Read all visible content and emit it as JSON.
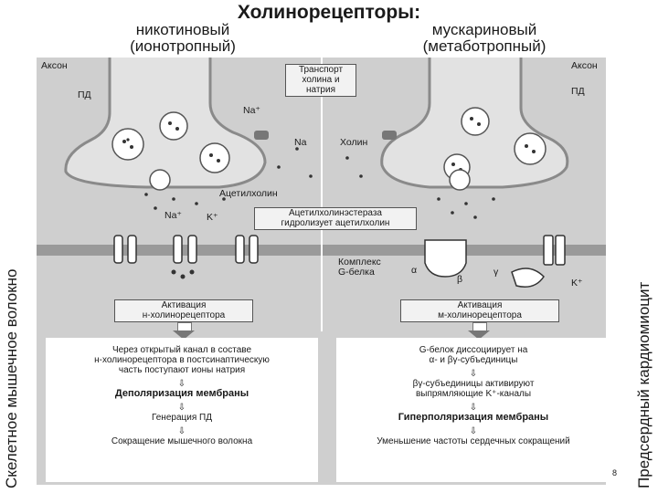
{
  "title": "Холинорецепторы:",
  "subtitle_left": "никотиновый\n(ионотропный)",
  "subtitle_right": "мускариновый\n(метаботропный)",
  "side_left": "Скелетное мышечное волокно",
  "side_right": "Предсердный кардиомиоцит",
  "labels": {
    "axon_left": "Аксон",
    "ap_left": "ПД",
    "axon_right": "Аксон",
    "ap_right": "ПД",
    "na_top": "Na⁺",
    "na_mid": "Na",
    "choline": "Холин",
    "acetylcholine": "Ацетилхолин",
    "na_low": "Na⁺",
    "k_low": "K⁺",
    "g_complex": "Комплекс\nG-белка",
    "alpha": "α",
    "beta": "β",
    "gamma": "γ",
    "k_right": "K⁺"
  },
  "boxes": {
    "transport": "Транспорт\nхолина и\nнатрия",
    "ache": "Ацетилхолинэстераза\nгидролизует ацетилхолин",
    "act_left": "Активация\nн-холинорецептора",
    "act_right": "Активация\nм-холинорецептора"
  },
  "left_steps": {
    "s1": "Через открытый канал в составе\nн-холинорецептора в постсинаптическую\nчасть поступают ионы натрия",
    "s2": "Деполяризация мембраны",
    "s3": "Генерация ПД",
    "s4": "Сокращение мышечного волокна"
  },
  "right_steps": {
    "s1": "G-белок диссоциирует на\nα- и βγ-субъединицы",
    "s2": "βγ-субъединицы активируют\nвыпрямляющие K⁺-каналы",
    "s3": "Гиперполяризация мембраны",
    "s4": "Уменьшение частоты сердечных сокращений"
  },
  "page_number": "8",
  "colors": {
    "panel": "#cfcfcf",
    "membrane": "#9a9a9a",
    "terminal": "#e2e2e2"
  }
}
